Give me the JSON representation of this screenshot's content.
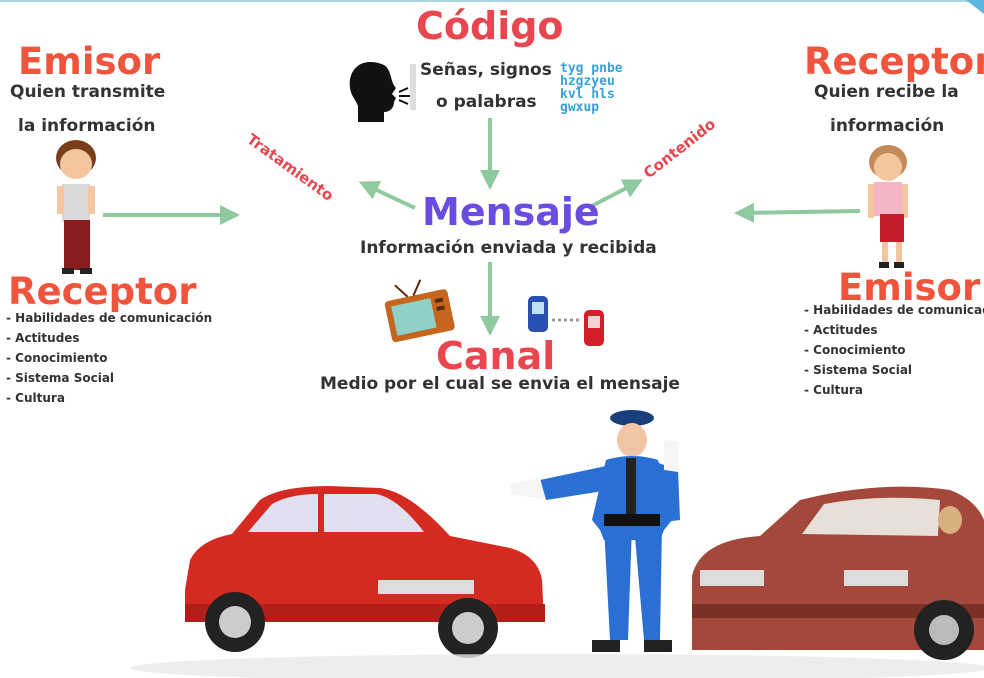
{
  "colors": {
    "accent_red": "#f0543c",
    "mensaje_purple": "#6a4ce0",
    "canal_red": "#e8474f",
    "arrow_green": "#8fc9a0",
    "text_dark": "#333333"
  },
  "emisor_left": {
    "title": "Emisor",
    "line1": "Quien transmite",
    "line2": "la información"
  },
  "receptor_right": {
    "title": "Receptor",
    "line1": "Quien recibe la",
    "line2": "información"
  },
  "codigo": {
    "title": "Código",
    "line1": "Señas, signos",
    "line2": "o palabras",
    "letters": "tyg pnbe\nhzgzyeu\nkvl hls\ngwxup"
  },
  "mensaje": {
    "title": "Mensaje",
    "subtitle": "Información enviada y recibida"
  },
  "canal": {
    "title": "Canal",
    "subtitle": "Medio por el cual se envia el mensaje"
  },
  "diagonal_labels": {
    "tratamiento": "Tratamiento",
    "contenido": "Contenido"
  },
  "receptor_left": {
    "title": "Receptor",
    "items": [
      "- Habilidades de comunicación",
      "- Actitudes",
      "- Conocimiento",
      "- Sistema Social",
      "- Cultura"
    ]
  },
  "emisor_right": {
    "title": "Emisor",
    "items": [
      "- Habilidades de comunicación",
      "- Actitudes",
      "- Conocimiento",
      "- Sistema Social",
      "- Cultura"
    ]
  },
  "icons": [
    "speaking-head-icon",
    "tv-icon",
    "mobile-phones-icon",
    "boy-icon",
    "girl-icon",
    "police-officer-icon",
    "red-car-icon",
    "convertible-car-icon"
  ]
}
